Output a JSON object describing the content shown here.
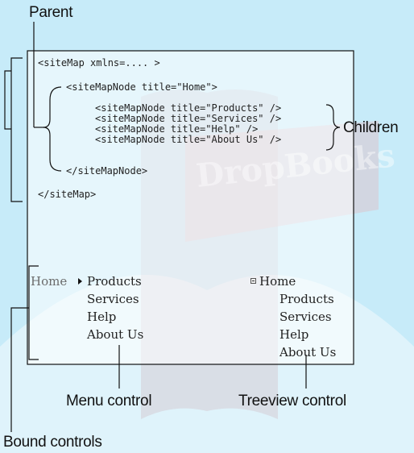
{
  "labels": {
    "parent": "Parent",
    "children": "Children",
    "menu_control": "Menu control",
    "treeview_control": "Treeview control",
    "bound_controls": "Bound controls"
  },
  "code": {
    "sitemap_open": "<siteMap xmlns=.... >",
    "node_home_open": "<siteMapNode title=\"Home\">",
    "node_products": "<siteMapNode title=\"Products\" />",
    "node_services": "<siteMapNode title=\"Services\" />",
    "node_help": "<siteMapNode title=\"Help\" />",
    "node_about": "<siteMapNode title=\"About Us\" />",
    "node_home_close": "</siteMapNode>",
    "sitemap_close": "</siteMap>"
  },
  "menu": {
    "root": "Home",
    "items": [
      "Products",
      "Services",
      "Help",
      "About Us"
    ]
  },
  "tree": {
    "root": "Home",
    "items": [
      "Products",
      "Services",
      "Help",
      "About Us"
    ]
  },
  "watermark": "DropBooks"
}
